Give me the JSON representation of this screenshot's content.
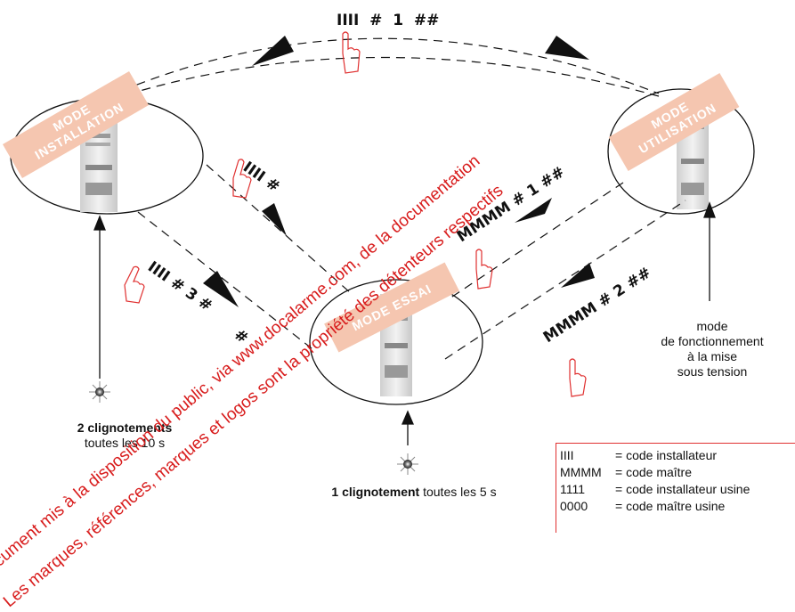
{
  "modes": {
    "installation": "MODE\nINSTALLATION",
    "utilisation": "MODE\nUTILISATION",
    "essai": "MODE ESSAI"
  },
  "sequences": {
    "install_to_util": "IIII  #  1  ##",
    "util_to_essai": "MMMM # 1 ##",
    "essai_to_util": "MMMM # 2 ##",
    "install_to_essai_a": "IIII #",
    "install_to_essai_b": "IIII # 3 #",
    "install_to_essai_b_tail": "#"
  },
  "captions": {
    "installation_bold": "2 clignotements",
    "installation_rest": "toutes les 10 s",
    "essai_bold": "1 clignotement",
    "essai_rest": "toutes les 5 s",
    "power_on": [
      "mode",
      "de fonctionnement",
      "à la mise",
      "sous tension"
    ]
  },
  "legend": [
    {
      "code": "IIII",
      "desc": "= code installateur"
    },
    {
      "code": "MMMM",
      "desc": "= code maître"
    },
    {
      "code": "1111",
      "desc": "= code installateur usine"
    },
    {
      "code": "0000",
      "desc": "= code maître usine"
    }
  ],
  "watermark": [
    "Document mis à la disposition du public, via www.docalarme.com, de la documentation",
    "Les marques, références, marques et logos sont la propriété des détenteurs respectifs"
  ],
  "colors": {
    "label_bg": "#f5c6b0",
    "label_text": "#ffffff",
    "watermark": "#d81c1c",
    "legend_border": "#e03030",
    "ink": "#111111"
  }
}
